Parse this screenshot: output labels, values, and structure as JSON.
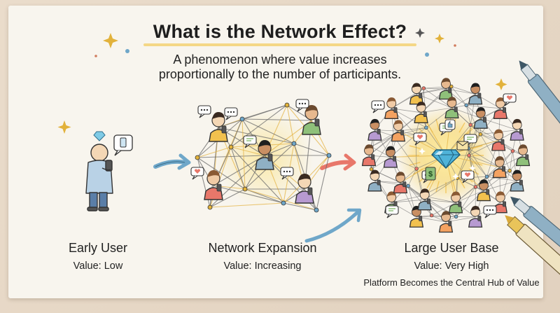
{
  "title": "What is the Network Effect?",
  "subtitle_line1": "A phenomenon where value increases",
  "subtitle_line2": "proportionally to the number of participants.",
  "stages": [
    {
      "label": "Early User",
      "value": "Value: Low"
    },
    {
      "label": "Network Expansion",
      "value": "Value: Increasing"
    },
    {
      "label": "Large User Base",
      "value": "Value: Very High",
      "note": "Platform Becomes the Central Hub of Value"
    }
  ],
  "colors": {
    "card": "#f8f5ee",
    "title_underline": "#f3cf6b",
    "network_lines": "#5a5a5a",
    "glow": "#f7d35a",
    "diamond": "#4fb3d9",
    "arrow_blue": "#6fa7c9",
    "arrow_red": "#e8776a",
    "marker_blue": "#8fb0c4",
    "marker_yellow": "#e9c45a"
  }
}
